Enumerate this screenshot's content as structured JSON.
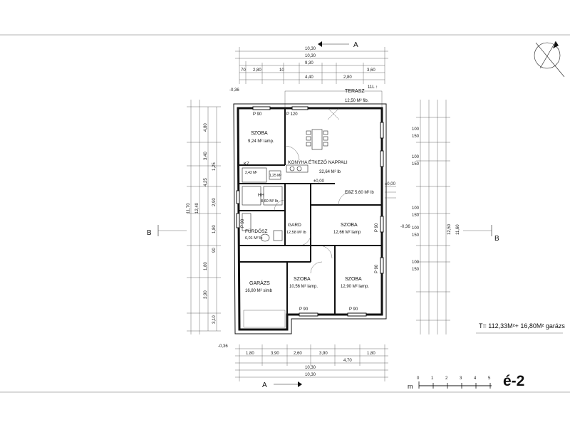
{
  "sheet": {
    "code": "é-2",
    "total_area": "T= 112,33M²+ 16,80M² garázs",
    "scale_unit": "m",
    "scale_ticks": [
      "0",
      "1",
      "2",
      "3",
      "4",
      "5"
    ]
  },
  "sections": {
    "a_top": "A",
    "a_bottom": "A",
    "b_left": "B",
    "b_right": "B"
  },
  "rooms": [
    {
      "id": "terasz",
      "name": "TERASZ",
      "area": "12,50 M² fib."
    },
    {
      "id": "szoba-nw",
      "name": "SZOBA",
      "area": "9,24 M² lamp."
    },
    {
      "id": "konyha",
      "name": "KONYHA   ÉTKEZŐ  NAPPALI",
      "area": "32,64 M² lb"
    },
    {
      "id": "hh",
      "name": "HH",
      "area": "8,60 M² lb"
    },
    {
      "id": "esz",
      "name": "ESZ",
      "area": "5,60 M² lb"
    },
    {
      "id": "furdo",
      "name": "FÜRDŐSZ",
      "area": "6,01 M² lb"
    },
    {
      "id": "gard",
      "name": "GARD",
      "area": "12,58 M² lb"
    },
    {
      "id": "szoba-e",
      "name": "SZOBA",
      "area": "12,66 M² lamp"
    },
    {
      "id": "garazs",
      "name": "GARÁZS",
      "area": "16,80 M² simb"
    },
    {
      "id": "szoba-s1",
      "name": "SZOBA",
      "area": "10,56 M² lamp."
    },
    {
      "id": "szoba-s2",
      "name": "SZOBA",
      "area": "12,90 M² lamp."
    }
  ],
  "labels": {
    "kz": "KZ",
    "p120": "P 120",
    "p90_a": "P 90",
    "p90_b": "P 90",
    "p90_c": "P 90",
    "p90_d": "P 90",
    "p90_e": "P 90",
    "p90_f": "P 90",
    "terrace_note": "11L ↑",
    "small_area_1": "2,42 M²",
    "small_area_2": "1,25 M²"
  },
  "dimensions": {
    "top": [
      "10,30",
      "10,30",
      "9,30",
      "70",
      "2,80",
      "10",
      "4,40",
      "2,80",
      "3,60"
    ],
    "bottom": [
      "1,80",
      "3,90",
      "2,60",
      "10,30",
      "10,30",
      "3,90",
      "4,70",
      "1,80"
    ],
    "left": [
      "11,70",
      "12,40",
      "4,80",
      "3,40",
      "4,25",
      "1,25",
      "2,90",
      "1,80",
      "90",
      "1,80",
      "3,90",
      "3,10"
    ],
    "right": [
      "100",
      "150",
      "100",
      "150",
      "100",
      "150",
      "100",
      "150",
      "100",
      "150",
      "12,50",
      "11,60"
    ],
    "levels": [
      "-0,36",
      "-0,36",
      "±0,00",
      "±0,00",
      "-0,36"
    ]
  }
}
